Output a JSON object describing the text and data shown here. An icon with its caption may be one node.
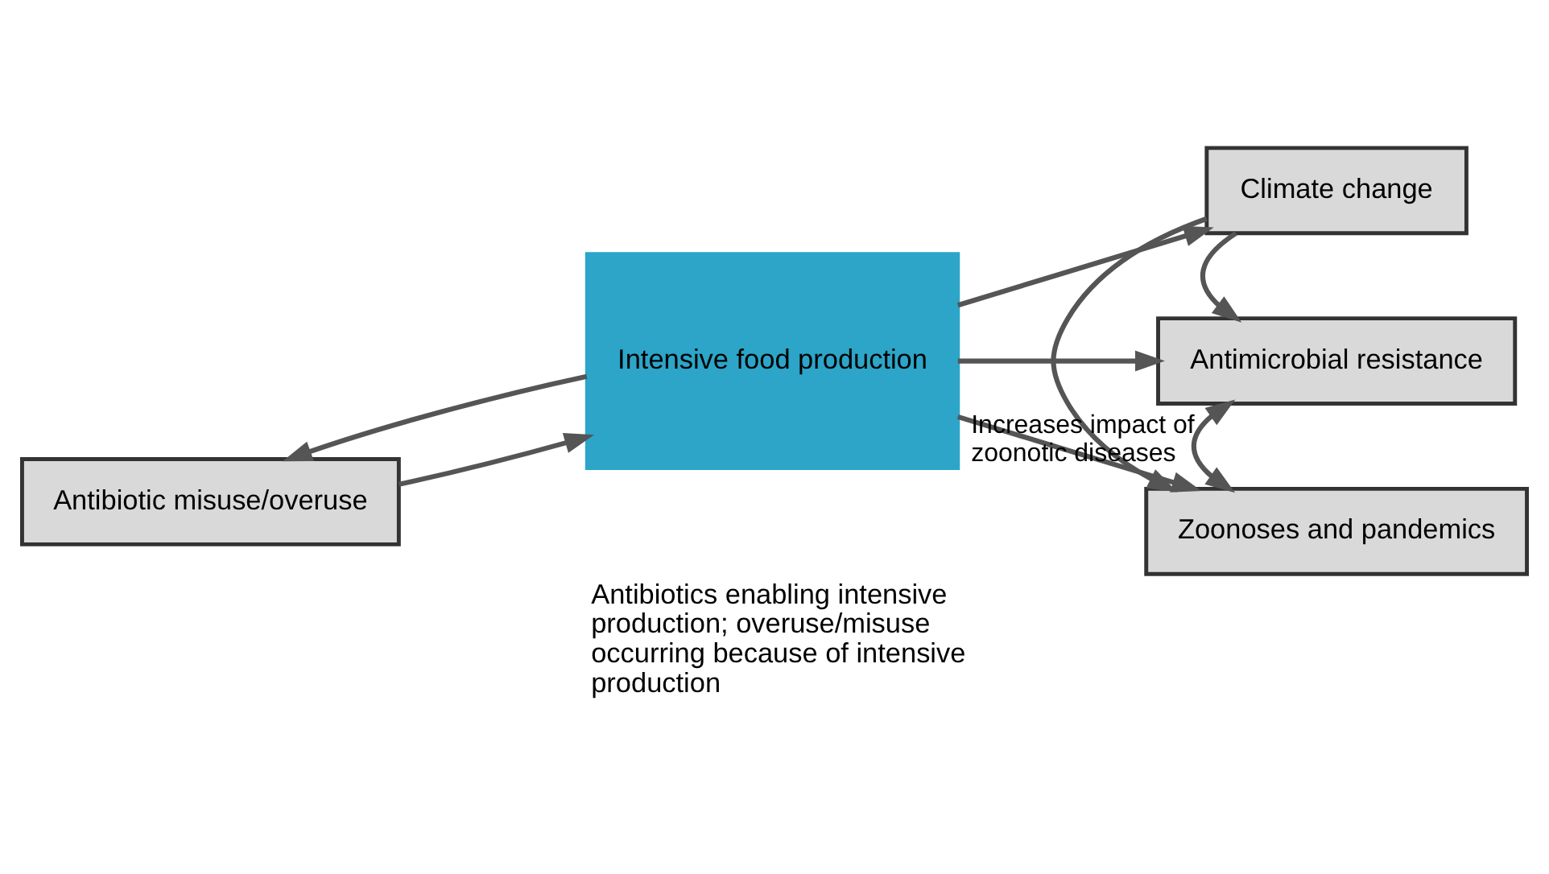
{
  "diagram": {
    "nodes": [
      {
        "text": [
          "Antibiotic misuse/overuse"
        ]
      },
      {
        "text": [
          "Intensive food production"
        ]
      },
      {
        "text": [
          "Climate change"
        ]
      },
      {
        "text": [
          "Antimicrobial resistance"
        ]
      },
      {
        "text": [
          "Zoonoses and pandemics"
        ]
      }
    ],
    "edges": [
      {
        "from": 0,
        "to": 1,
        "arrow": "to"
      },
      {
        "from": 1,
        "to": 0,
        "arrow": "to"
      },
      {
        "from": 1,
        "to": 2,
        "arrow": "to"
      },
      {
        "from": 1,
        "to": 3,
        "arrow": "to"
      },
      {
        "from": 1,
        "to": 4,
        "arrow": "to"
      },
      {
        "from": 2,
        "to": 3,
        "arrow": "to"
      },
      {
        "from": 3,
        "to": 4,
        "arrow": "both",
        "label": "Increases impact of zoonotic diseases"
      },
      {
        "from": 2,
        "to": 4,
        "arrow": "to"
      }
    ],
    "labels": [
      "Antibiotics enabling intensive production; overuse/misuse occurring because of intensive production"
    ]
  }
}
